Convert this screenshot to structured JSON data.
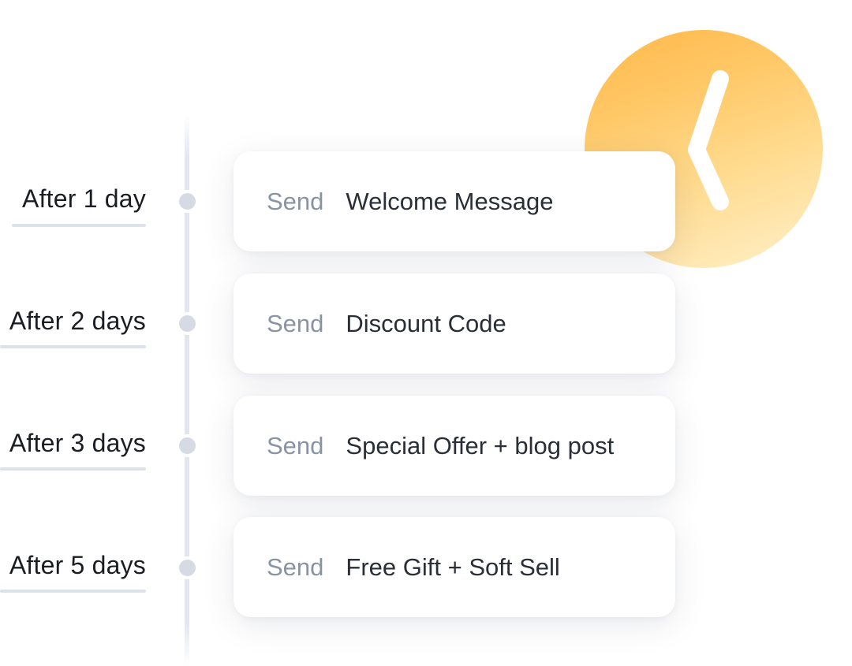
{
  "timeline": {
    "steps": [
      {
        "delay_label": "After 1 day",
        "verb": "Send",
        "message": "Welcome Message"
      },
      {
        "delay_label": "After 2 days",
        "verb": "Send",
        "message": "Discount Code"
      },
      {
        "delay_label": "After 3 days",
        "verb": "Send",
        "message": "Special Offer + blog post"
      },
      {
        "delay_label": "After 5 days",
        "verb": "Send",
        "message": "Free Gift + Soft Sell"
      }
    ]
  },
  "decoration": {
    "icon": "clock-icon",
    "colors": {
      "clock_gradient_start": "#ffb84a",
      "clock_gradient_end": "#fff0c9",
      "clock_hand": "#ffffff",
      "timeline": "#e3e6ee",
      "dot": "#d6dae4",
      "verb_text": "#8a93a3",
      "message_text": "#2a2f37"
    }
  }
}
